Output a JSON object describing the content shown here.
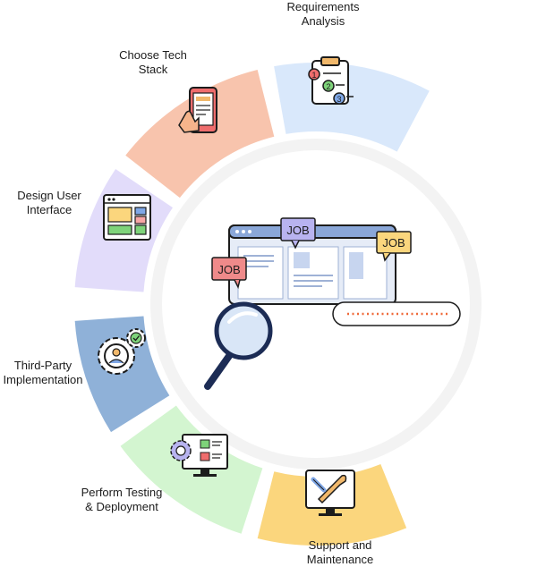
{
  "steps": [
    {
      "id": "requirements",
      "line1": "Requirements",
      "line2": "Analysis",
      "color": "#d9e8fb",
      "icon": "clipboard-checklist-icon"
    },
    {
      "id": "tech-stack",
      "line1": "Choose Tech",
      "line2": "Stack",
      "color": "#f8c4ad",
      "icon": "tablet-touch-icon"
    },
    {
      "id": "design",
      "line1": "Design User",
      "line2": "Interface",
      "color": "#e2dcfa",
      "icon": "browser-layout-icon"
    },
    {
      "id": "third-party",
      "line1": "Third-Party",
      "line2": "Implementation",
      "color": "#8fb1d8",
      "icon": "gears-user-icon"
    },
    {
      "id": "testing",
      "line1": "Perform Testing",
      "line2": "& Deployment",
      "color": "#d3f5d0",
      "icon": "monitor-checklist-icon"
    },
    {
      "id": "support",
      "line1": "Support and",
      "line2": "Maintenance",
      "color": "#fbd67d",
      "icon": "monitor-wrench-icon"
    }
  ],
  "center": {
    "tags": [
      "JOB",
      "JOB",
      "JOB"
    ],
    "tag_colors": [
      "#b8b3f0",
      "#fbd67d",
      "#ef8a8a"
    ],
    "icon": "job-search-icon"
  },
  "badges": {
    "one": "1",
    "two": "2",
    "three": "3"
  }
}
